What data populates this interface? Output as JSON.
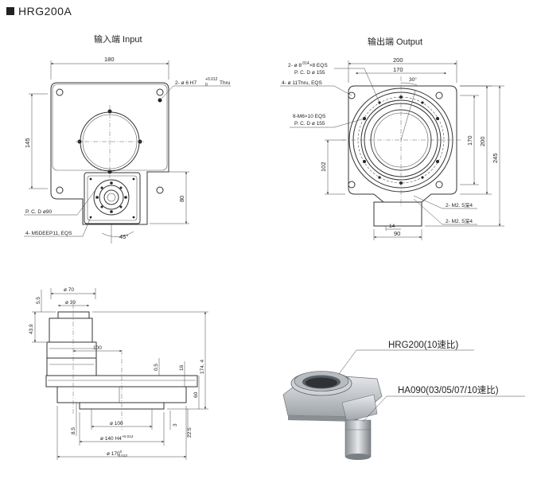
{
  "header": {
    "title": "HRG200A"
  },
  "views": {
    "input_title": "输入端 Input",
    "output_title": "输出端 Output"
  },
  "input_view": {
    "dim_width": "180",
    "dim_height": "145",
    "dim_80": "80",
    "hole_note": "2- ø 6 H7",
    "hole_tol": "+0.012",
    "hole_tol_low": "0",
    "hole_suffix": "Thru",
    "pcd_note": "P. C. D ø90",
    "tap_note": "4- M5DEEP11, EQS",
    "angle": "45°"
  },
  "output_view": {
    "dim_200": "200",
    "dim_170": "170",
    "angle": "30°",
    "dim_h170": "170",
    "dim_h200": "200",
    "dim_h245": "245",
    "dim_102": "102",
    "dim_14": "14",
    "dim_90": "90",
    "note1_a": "2- ø 8",
    "note1_tol": ".014",
    "note1_b": "×8  EQS",
    "note1_pcd": "P. C. D ø 155",
    "note2": "4- ø 11Thru,  EQS",
    "note3": "6-M6×10  EQS",
    "note3_pcd": "P. C. D ø 155",
    "m25_a": "2- M2. 5深4",
    "m25_b": "2- M2. 5深4"
  },
  "side_view": {
    "d70": "ø 70",
    "d39": "ø 39",
    "h55": "5.5",
    "h439": "43.9",
    "w100": "100",
    "h05": "0.5",
    "h16": "16",
    "h1744": "174. 4",
    "h60": "60",
    "d100": "ø 100",
    "d140": "ø 140 H4",
    "d140_tol": "+0.012",
    "d170": "ø 170",
    "d170_tol": "0",
    "d170_tol_low": "-0.013",
    "h85": "8.5",
    "h3": "3",
    "h225": "22.5"
  },
  "iso_view": {
    "label_reducer": "HRG200(10速比)",
    "label_gearbox": "HA090(03/05/07/10速比)"
  }
}
